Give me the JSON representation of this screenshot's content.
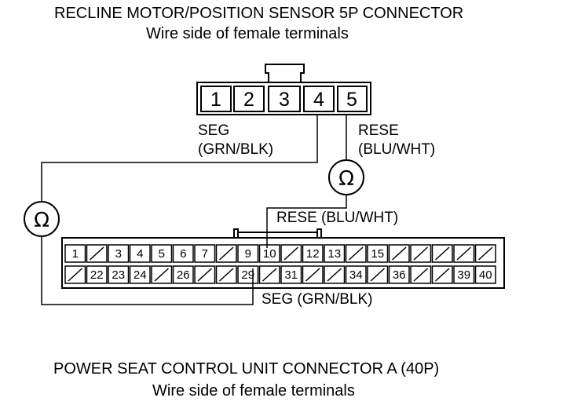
{
  "top_connector": {
    "title": "RECLINE MOTOR/POSITION SENSOR 5P CONNECTOR",
    "subtitle": "Wire side of female terminals",
    "pins": [
      "1",
      "2",
      "3",
      "4",
      "5"
    ]
  },
  "bottom_connector": {
    "title": "POWER SEAT CONTROL UNIT CONNECTOR A (40P)",
    "subtitle": "Wire side of female terminals",
    "row1": [
      "1",
      "",
      "3",
      "4",
      "5",
      "6",
      "7",
      "",
      "9",
      "10",
      "",
      "12",
      "13",
      "",
      "15",
      "",
      "",
      "",
      "",
      ""
    ],
    "row2": [
      "",
      "22",
      "23",
      "24",
      "",
      "26",
      "",
      "",
      "29",
      "",
      "31",
      "",
      "",
      "34",
      "",
      "36",
      "",
      "",
      "39",
      "40"
    ]
  },
  "wires": {
    "seg_top": "SEG",
    "seg_top_color": "(GRN/BLK)",
    "rese_top": "RESE",
    "rese_top_color": "(BLU/WHT)",
    "rese_bottom": "RESE (BLU/WHT)",
    "seg_bottom": "SEG (GRN/BLK)"
  },
  "meters": {
    "symbol": "Ω"
  }
}
